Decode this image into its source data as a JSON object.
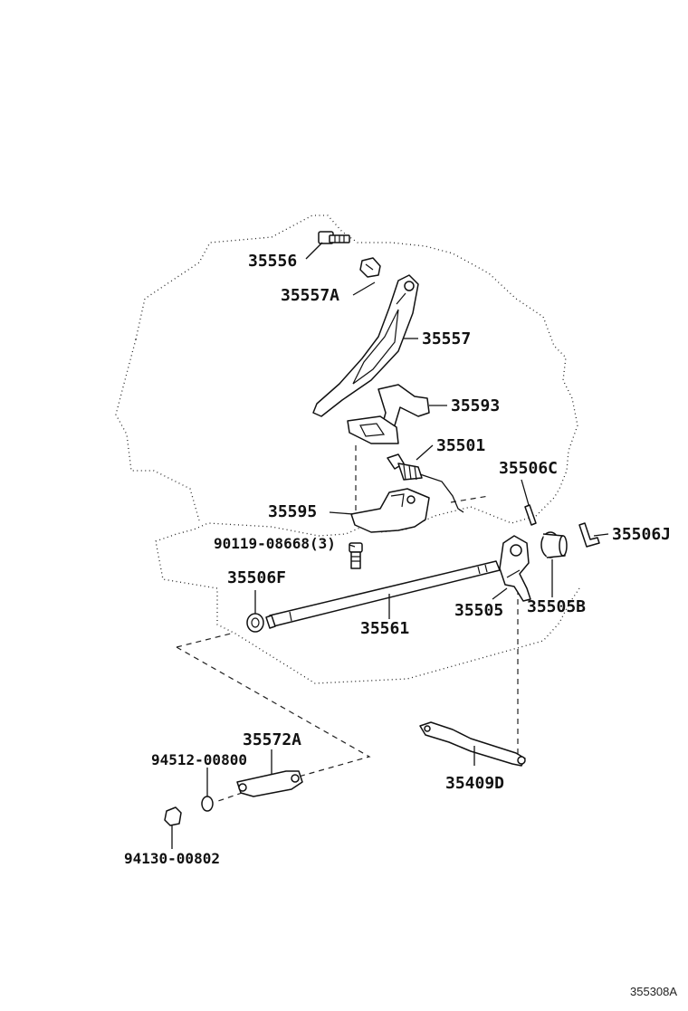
{
  "diagram": {
    "figure_code": "355308A",
    "parts": {
      "p35556": "35556",
      "p35557A": "35557A",
      "p35557": "35557",
      "p35593": "35593",
      "p35501": "35501",
      "p35506C": "35506C",
      "p35595": "35595",
      "p35506J": "35506J",
      "p90119": "90119-08668(3)",
      "p35506F": "35506F",
      "p35505": "35505",
      "p35505B": "35505B",
      "p35561": "35561",
      "p35572A": "35572A",
      "p94512": "94512-00800",
      "p35409D": "35409D",
      "p94130": "94130-00802"
    }
  }
}
